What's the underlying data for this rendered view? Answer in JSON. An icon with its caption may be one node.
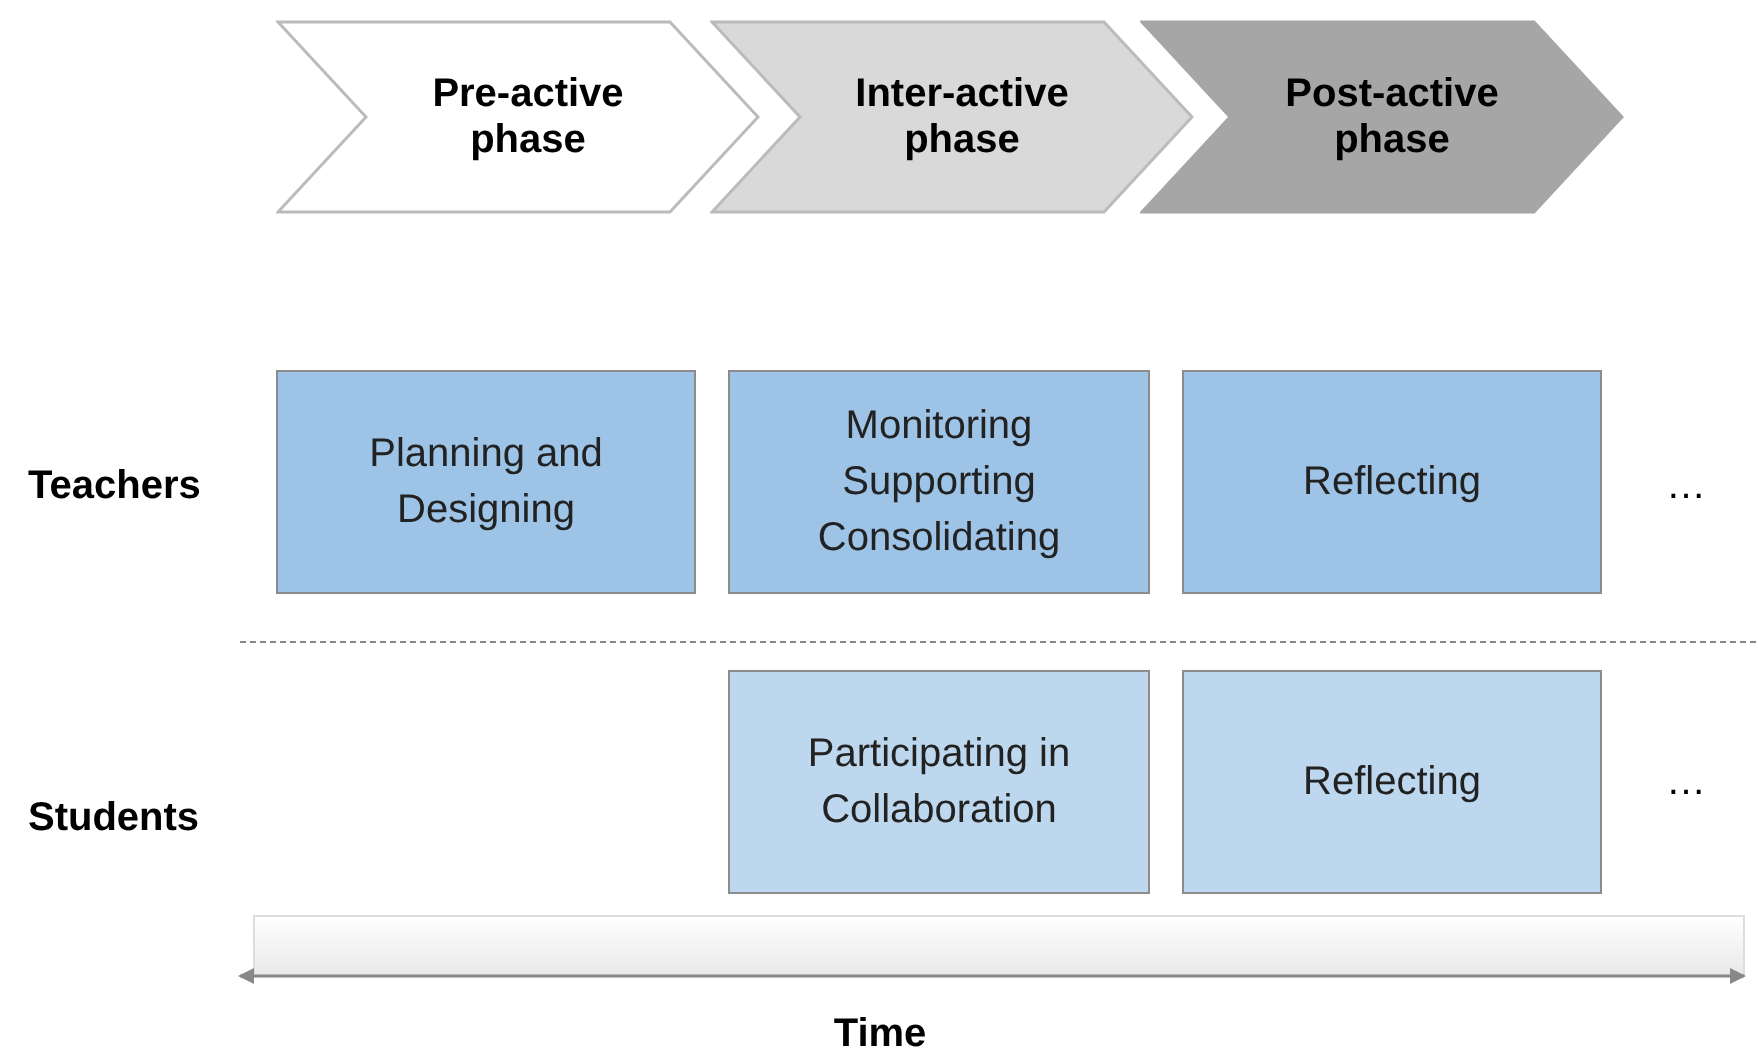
{
  "diagram": {
    "nodes": [
      {
        "text": [
          "Pre-active phase"
        ]
      },
      {
        "text": [
          "Inter-active phase"
        ]
      },
      {
        "text": [
          "Post-active phase"
        ]
      },
      {
        "text": [
          "Planning and Designing"
        ]
      },
      {
        "text": [
          "Monitoring Supporting Consolidating"
        ]
      },
      {
        "text": [
          "Reflecting"
        ]
      },
      {
        "text": [
          "Participating in Collaboration"
        ]
      },
      {
        "text": [
          "Reflecting"
        ]
      }
    ],
    "labels": [
      "Teachers",
      "…",
      "Students",
      "…",
      "Time"
    ]
  }
}
